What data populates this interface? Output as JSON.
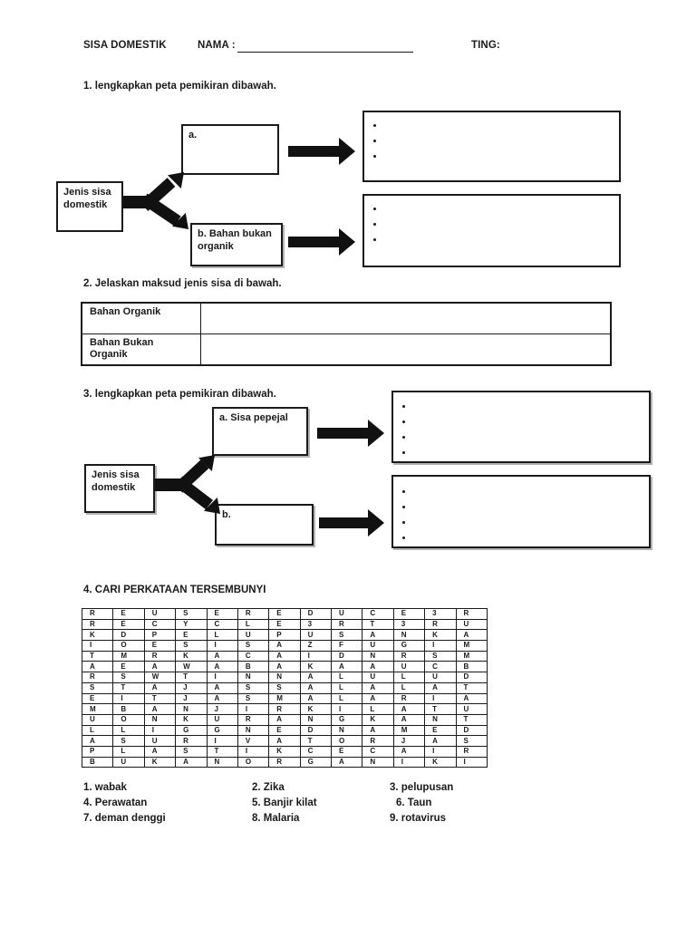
{
  "header": {
    "title": "SISA DOMESTIK",
    "name_label": "NAMA :",
    "ting_label": "TING:"
  },
  "q1": {
    "heading": "1. lengkapkan peta pemikiran dibawah.",
    "root_label": "Jenis sisa domestik",
    "branch_a_label": "a.",
    "branch_b_label": "b. Bahan bukan organik",
    "bullets_per_box": 3
  },
  "q2": {
    "heading": "2. Jelaskan maksud jenis sisa di bawah.",
    "row_labels": [
      "Bahan Organik",
      "Bahan Bukan Organik"
    ],
    "row_values": [
      "",
      ""
    ]
  },
  "q3": {
    "heading": "3. lengkapkan peta pemikiran dibawah.",
    "root_label": "Jenis sisa domestik",
    "branch_a_label": "a. Sisa pepejal",
    "branch_b_label": "b.",
    "bullets_per_box": 4
  },
  "q4": {
    "heading": "4. CARI PERKATAAN TERSEMBUNYI",
    "grid": [
      [
        "R",
        "E",
        "U",
        "S",
        "E",
        "R",
        "E",
        "D",
        "U",
        "C",
        "E",
        "3",
        "R"
      ],
      [
        "R",
        "E",
        "C",
        "Y",
        "C",
        "L",
        "E",
        "3",
        "R",
        "T",
        "3",
        "R",
        "U"
      ],
      [
        "K",
        "D",
        "P",
        "E",
        "L",
        "U",
        "P",
        "U",
        "S",
        "A",
        "N",
        "K",
        "A"
      ],
      [
        "I",
        "O",
        "E",
        "S",
        "I",
        "S",
        "A",
        "Z",
        "F",
        "U",
        "G",
        "I",
        "M"
      ],
      [
        "T",
        "M",
        "R",
        "K",
        "A",
        "C",
        "A",
        "I",
        "D",
        "N",
        "R",
        "S",
        "M"
      ],
      [
        "A",
        "E",
        "A",
        "W",
        "A",
        "B",
        "A",
        "K",
        "A",
        "A",
        "U",
        "C",
        "B"
      ],
      [
        "R",
        "S",
        "W",
        "T",
        "I",
        "N",
        "N",
        "A",
        "L",
        "U",
        "L",
        "U",
        "D"
      ],
      [
        "S",
        "T",
        "A",
        "J",
        "A",
        "S",
        "S",
        "A",
        "L",
        "A",
        "L",
        "A",
        "T"
      ],
      [
        "E",
        "I",
        "T",
        "J",
        "A",
        "S",
        "M",
        "A",
        "L",
        "A",
        "R",
        "I",
        "A"
      ],
      [
        "M",
        "B",
        "A",
        "N",
        "J",
        "I",
        "R",
        "K",
        "I",
        "L",
        "A",
        "T",
        "U"
      ],
      [
        "U",
        "O",
        "N",
        "K",
        "U",
        "R",
        "A",
        "N",
        "G",
        "K",
        "A",
        "N",
        "T"
      ],
      [
        "L",
        "L",
        "I",
        "G",
        "G",
        "N",
        "E",
        "D",
        "N",
        "A",
        "M",
        "E",
        "D"
      ],
      [
        "A",
        "S",
        "U",
        "R",
        "I",
        "V",
        "A",
        "T",
        "O",
        "R",
        "J",
        "A",
        "S"
      ],
      [
        "P",
        "L",
        "A",
        "S",
        "T",
        "I",
        "K",
        "C",
        "E",
        "C",
        "A",
        "I",
        "R"
      ],
      [
        "B",
        "U",
        "K",
        "A",
        "N",
        "O",
        "R",
        "G",
        "A",
        "N",
        "I",
        "K",
        "I"
      ]
    ],
    "answers": [
      "1. wabak",
      "2. Zika",
      "3. pelupusan",
      "4. Perawatan",
      "5. Banjir kilat",
      "6. Taun",
      "7. deman denggi",
      "8. Malaria",
      "9. rotavirus"
    ]
  },
  "colors": {
    "ink": "#1a1a1a"
  }
}
